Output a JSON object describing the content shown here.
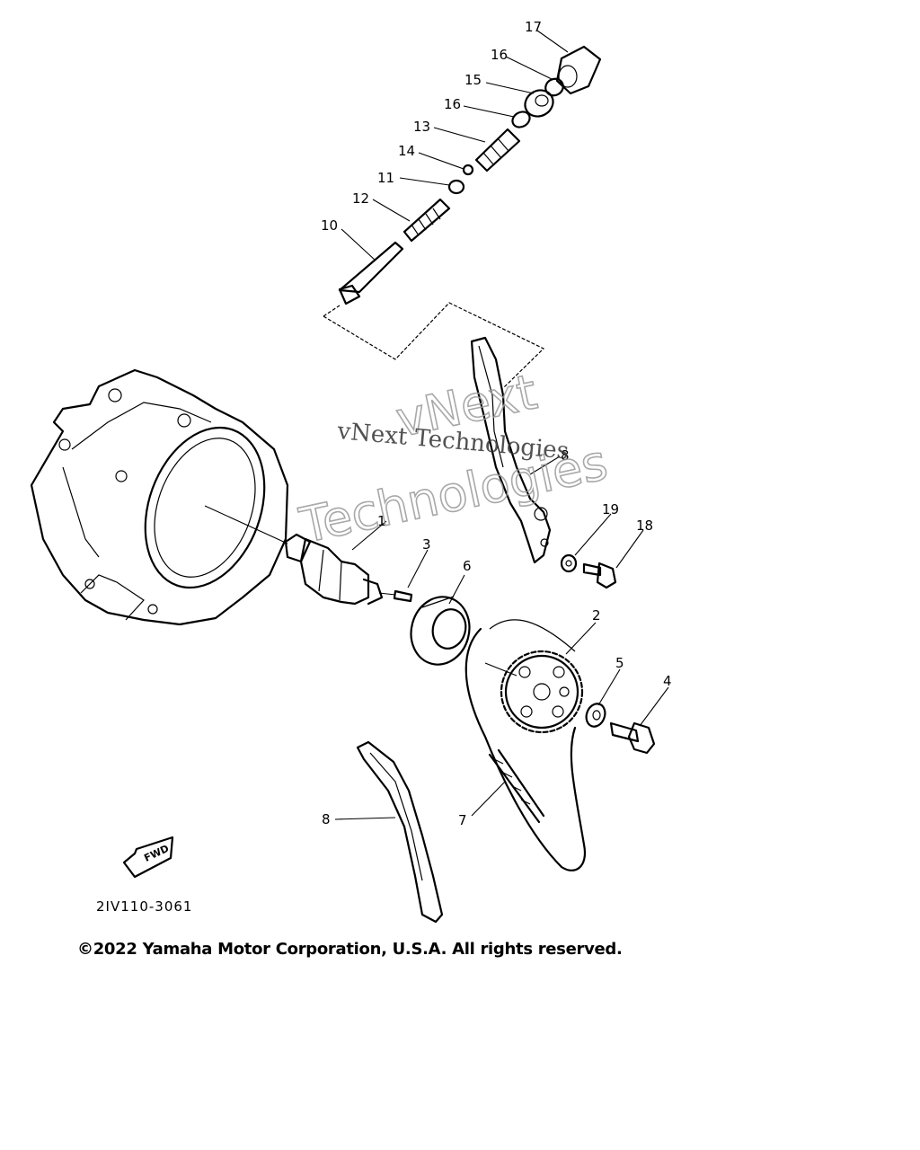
{
  "callouts": [
    {
      "id": "1",
      "text": "1"
    },
    {
      "id": "2",
      "text": "2"
    },
    {
      "id": "3",
      "text": "3"
    },
    {
      "id": "4",
      "text": "4"
    },
    {
      "id": "5",
      "text": "5"
    },
    {
      "id": "6",
      "text": "6"
    },
    {
      "id": "7",
      "text": "7"
    },
    {
      "id": "8a",
      "text": "8"
    },
    {
      "id": "8b",
      "text": "8"
    },
    {
      "id": "10",
      "text": "10"
    },
    {
      "id": "11",
      "text": "11"
    },
    {
      "id": "12",
      "text": "12"
    },
    {
      "id": "13",
      "text": "13"
    },
    {
      "id": "14",
      "text": "14"
    },
    {
      "id": "15",
      "text": "15"
    },
    {
      "id": "16a",
      "text": "16"
    },
    {
      "id": "16b",
      "text": "16"
    },
    {
      "id": "17",
      "text": "17"
    },
    {
      "id": "18",
      "text": "18"
    },
    {
      "id": "19",
      "text": "19"
    }
  ],
  "fwd_label": "FWD",
  "drawing_code": "2IV110-3061",
  "copyright": "©2022 Yamaha Motor Corporation, U.S.A. All rights reserved.",
  "watermark": {
    "serif_text": "vNext Technologies",
    "outline_line1": "vNext",
    "outline_line2": "Technologies"
  }
}
